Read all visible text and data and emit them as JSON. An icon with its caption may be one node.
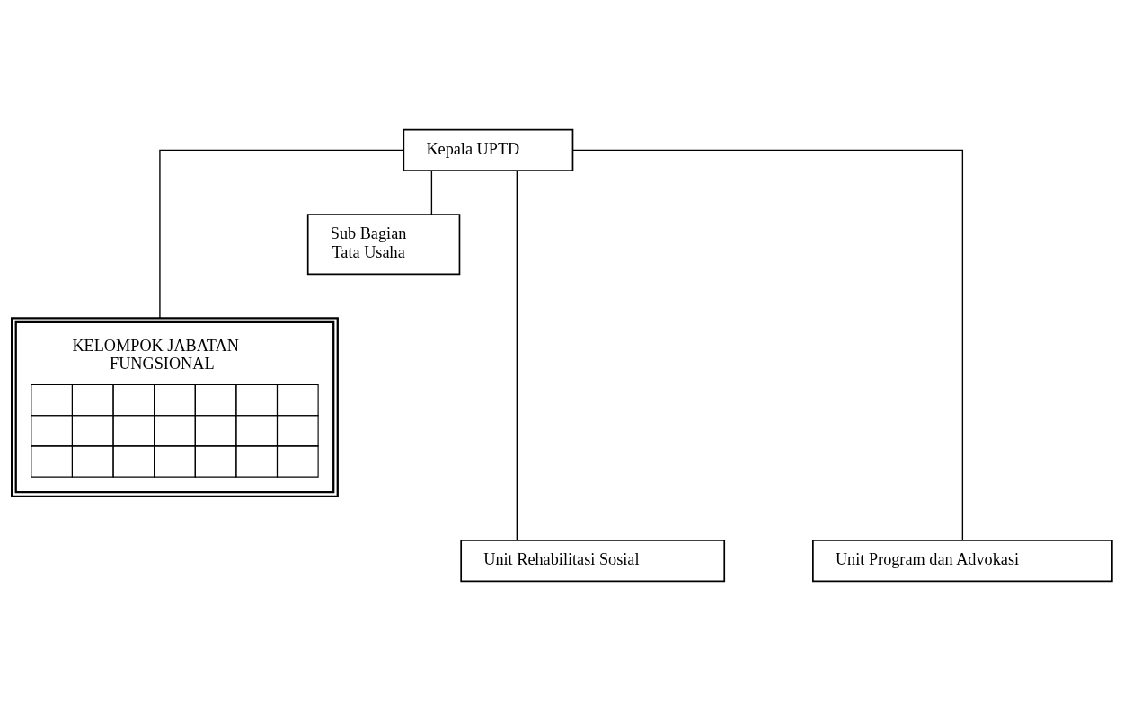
{
  "diagram": {
    "nodes": [
      {
        "text": [
          "Kepala UPTD"
        ]
      },
      {
        "text": [
          "Sub Bagian Tata Usaha"
        ]
      },
      {
        "text": [
          "KELOMPOK JABATAN FUNGSIONAL"
        ]
      },
      {
        "text": [
          "Unit Rehabilitasi Sosial"
        ]
      },
      {
        "text": [
          "Unit Program dan Advokasi"
        ]
      }
    ],
    "edges": [
      {
        "from": 0,
        "to": 1,
        "arrow": "none"
      },
      {
        "from": 0,
        "to": 2,
        "arrow": "none"
      },
      {
        "from": 0,
        "to": 3,
        "arrow": "none"
      },
      {
        "from": 0,
        "to": 4,
        "arrow": "none"
      }
    ]
  }
}
